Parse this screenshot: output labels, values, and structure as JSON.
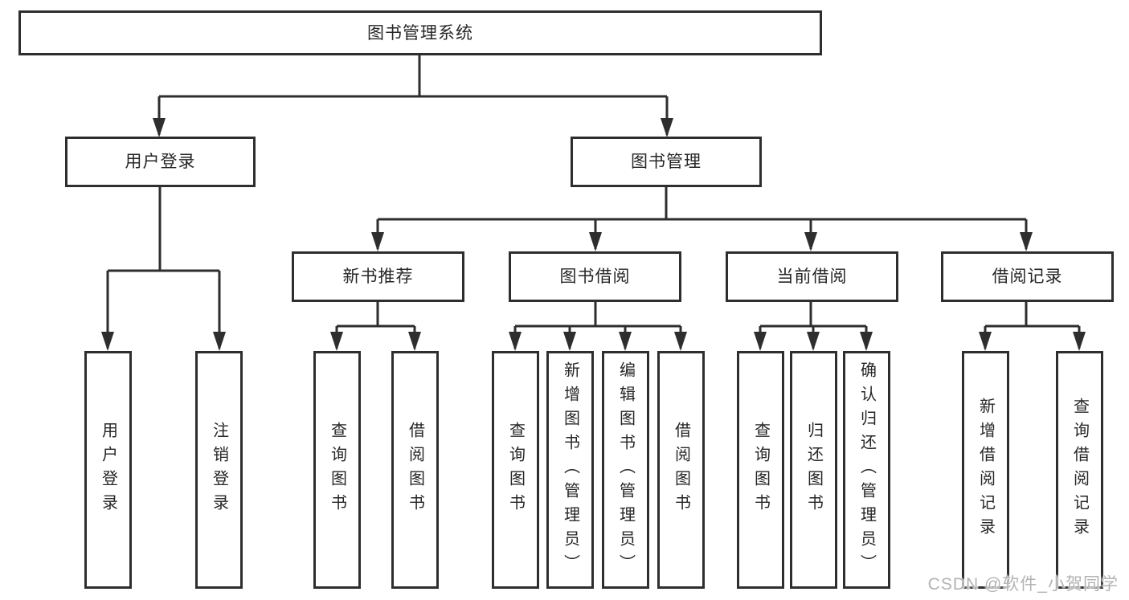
{
  "diagram": {
    "root": {
      "label": "图书管理系统"
    },
    "branches": [
      {
        "label": "用户登录",
        "children": [
          {
            "label": "用户登录"
          },
          {
            "label": "注销登录"
          }
        ]
      },
      {
        "label": "图书管理",
        "children": [
          {
            "label": "新书推荐",
            "children": [
              {
                "label": "查询图书"
              },
              {
                "label": "借阅图书"
              }
            ]
          },
          {
            "label": "图书借阅",
            "children": [
              {
                "label": "查询图书"
              },
              {
                "label": "新增图书（管理员）"
              },
              {
                "label": "编辑图书（管理员）"
              },
              {
                "label": "借阅图书"
              }
            ]
          },
          {
            "label": "当前借阅",
            "children": [
              {
                "label": "查询图书"
              },
              {
                "label": "归还图书"
              },
              {
                "label": "确认归还（管理员）"
              }
            ]
          },
          {
            "label": "借阅记录",
            "children": [
              {
                "label": "新增借阅记录"
              },
              {
                "label": "查询借阅记录"
              }
            ]
          }
        ]
      }
    ]
  },
  "watermark": "CSDN @软件_小贺同学",
  "colors": {
    "line": "#2e2e2e",
    "box_border": "#2e2e2e",
    "text": "#262626",
    "background": "#ffffff",
    "watermark": "#b3b3b3"
  }
}
